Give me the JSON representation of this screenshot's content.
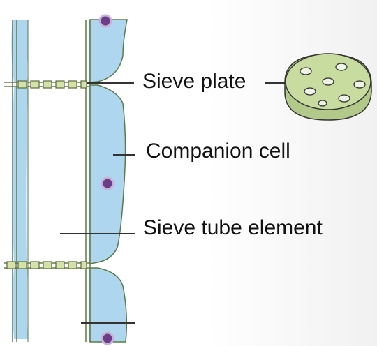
{
  "labels": {
    "sieve_plate": "Sieve plate",
    "companion_cell": "Companion cell",
    "sieve_tube_element": "Sieve tube element"
  },
  "colors": {
    "cytoplasm": "#aed6ee",
    "cell_wall": "#5a7a4a",
    "nucleus": "#6a3d86",
    "sieve_plate_fill": "#c8dca0",
    "leader_line": "#333333"
  }
}
